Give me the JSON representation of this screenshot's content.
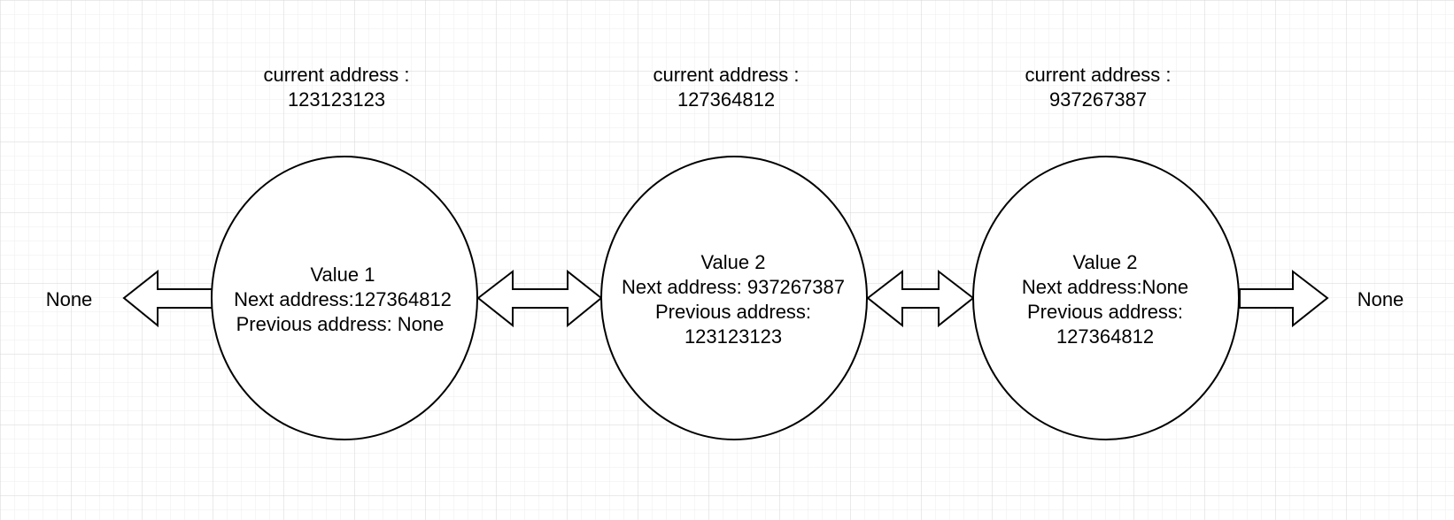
{
  "diagram": {
    "left_end": "None",
    "right_end": "None",
    "nodes": [
      {
        "address_label": "current address :",
        "address_value": "123123123",
        "lines": [
          "Value 1",
          "Next address:127364812",
          "Previous address: None"
        ]
      },
      {
        "address_label": "current address :",
        "address_value": "127364812",
        "lines": [
          "Value 2",
          "Next address: 937267387",
          "Previous address:",
          "123123123"
        ]
      },
      {
        "address_label": "current address :",
        "address_value": "937267387",
        "lines": [
          "Value 2",
          "Next address:None",
          "Previous address:",
          "127364812"
        ]
      }
    ]
  },
  "colors": {
    "background": "#ffffff",
    "grid_major": "#d6d6d6",
    "grid_minor": "#eeeeee",
    "stroke": "#000000",
    "fill": "#ffffff"
  }
}
